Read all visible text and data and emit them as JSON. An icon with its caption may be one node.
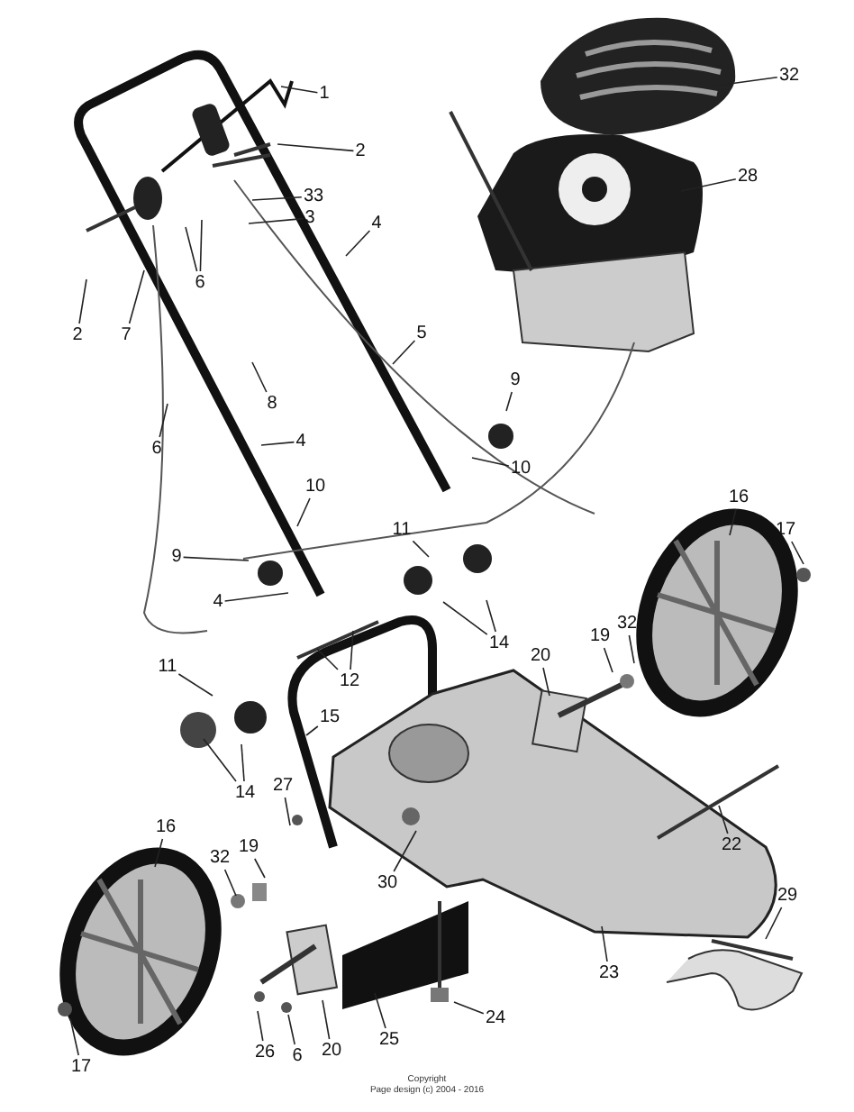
{
  "diagram": {
    "nodes": [
      {
        "text": [
          "1"
        ]
      },
      {
        "text": [
          "2"
        ]
      },
      {
        "text": [
          "33"
        ]
      },
      {
        "text": [
          "3"
        ]
      },
      {
        "text": [
          "4"
        ]
      },
      {
        "text": [
          "6"
        ]
      },
      {
        "text": [
          "2"
        ]
      },
      {
        "text": [
          "7"
        ]
      },
      {
        "text": [
          "8"
        ]
      },
      {
        "text": [
          "6"
        ]
      },
      {
        "text": [
          "4"
        ]
      },
      {
        "text": [
          "5"
        ]
      },
      {
        "text": [
          "9"
        ]
      },
      {
        "text": [
          "10"
        ]
      },
      {
        "text": [
          "10"
        ]
      },
      {
        "text": [
          "9"
        ]
      },
      {
        "text": [
          "4"
        ]
      },
      {
        "text": [
          "11"
        ]
      },
      {
        "text": [
          "12"
        ]
      },
      {
        "text": [
          "11"
        ]
      },
      {
        "text": [
          "15"
        ]
      },
      {
        "text": [
          "14"
        ]
      },
      {
        "text": [
          "14"
        ]
      },
      {
        "text": [
          "16"
        ]
      },
      {
        "text": [
          "17"
        ]
      },
      {
        "text": [
          "32"
        ]
      },
      {
        "text": [
          "19"
        ]
      },
      {
        "text": [
          "20"
        ]
      },
      {
        "text": [
          "27"
        ]
      },
      {
        "text": [
          "22"
        ]
      },
      {
        "text": [
          "30"
        ]
      },
      {
        "text": [
          "16"
        ]
      },
      {
        "text": [
          "32"
        ]
      },
      {
        "text": [
          "19"
        ]
      },
      {
        "text": [
          "23"
        ]
      },
      {
        "text": [
          "29"
        ]
      },
      {
        "text": [
          "24"
        ]
      },
      {
        "text": [
          "25"
        ]
      },
      {
        "text": [
          "26"
        ]
      },
      {
        "text": [
          "6"
        ]
      },
      {
        "text": [
          "20"
        ]
      },
      {
        "text": [
          "17"
        ]
      },
      {
        "text": [
          "32"
        ]
      },
      {
        "text": [
          "28"
        ]
      }
    ],
    "edges": [
      {
        "from": 0,
        "to": null,
        "arrow": "none"
      },
      {
        "from": 1,
        "to": null,
        "arrow": "none"
      },
      {
        "from": 2,
        "to": null,
        "arrow": "none"
      },
      {
        "from": 3,
        "to": null,
        "arrow": "none"
      },
      {
        "from": 4,
        "to": null,
        "arrow": "none"
      },
      {
        "from": 5,
        "to": null,
        "arrow": "none"
      },
      {
        "from": 5,
        "to": null,
        "arrow": "none"
      },
      {
        "from": 6,
        "to": null,
        "arrow": "none"
      },
      {
        "from": 7,
        "to": null,
        "arrow": "none"
      },
      {
        "from": 8,
        "to": null,
        "arrow": "none"
      },
      {
        "from": 9,
        "to": null,
        "arrow": "none"
      },
      {
        "from": 10,
        "to": null,
        "arrow": "none"
      },
      {
        "from": 11,
        "to": null,
        "arrow": "none"
      },
      {
        "from": 12,
        "to": null,
        "arrow": "none"
      },
      {
        "from": 13,
        "to": null,
        "arrow": "none"
      },
      {
        "from": 14,
        "to": null,
        "arrow": "none"
      },
      {
        "from": 15,
        "to": null,
        "arrow": "none"
      },
      {
        "from": 16,
        "to": null,
        "arrow": "none"
      },
      {
        "from": 17,
        "to": null,
        "arrow": "none"
      },
      {
        "from": 18,
        "to": null,
        "arrow": "none"
      },
      {
        "from": 18,
        "to": null,
        "arrow": "none"
      },
      {
        "from": 19,
        "to": null,
        "arrow": "none"
      },
      {
        "from": 20,
        "to": null,
        "arrow": "none"
      },
      {
        "from": 21,
        "to": null,
        "arrow": "none"
      },
      {
        "from": 21,
        "to": null,
        "arrow": "none"
      },
      {
        "from": 22,
        "to": null,
        "arrow": "none"
      },
      {
        "from": 22,
        "to": null,
        "arrow": "none"
      },
      {
        "from": 23,
        "to": null,
        "arrow": "none"
      },
      {
        "from": 24,
        "to": null,
        "arrow": "none"
      },
      {
        "from": 25,
        "to": null,
        "arrow": "none"
      },
      {
        "from": 26,
        "to": null,
        "arrow": "none"
      },
      {
        "from": 27,
        "to": null,
        "arrow": "none"
      },
      {
        "from": 28,
        "to": null,
        "arrow": "none"
      },
      {
        "from": 29,
        "to": null,
        "arrow": "none"
      },
      {
        "from": 30,
        "to": null,
        "arrow": "none"
      },
      {
        "from": 31,
        "to": null,
        "arrow": "none"
      },
      {
        "from": 32,
        "to": null,
        "arrow": "none"
      },
      {
        "from": 33,
        "to": null,
        "arrow": "none"
      },
      {
        "from": 34,
        "to": null,
        "arrow": "none"
      },
      {
        "from": 35,
        "to": null,
        "arrow": "none"
      },
      {
        "from": 36,
        "to": null,
        "arrow": "none"
      },
      {
        "from": 37,
        "to": null,
        "arrow": "none"
      },
      {
        "from": 38,
        "to": null,
        "arrow": "none"
      },
      {
        "from": 39,
        "to": null,
        "arrow": "none"
      },
      {
        "from": 40,
        "to": null,
        "arrow": "none"
      },
      {
        "from": 41,
        "to": null,
        "arrow": "none"
      },
      {
        "from": 42,
        "to": null,
        "arrow": "none"
      },
      {
        "from": 43,
        "to": null,
        "arrow": "none"
      }
    ],
    "labels": [
      "Copyright",
      "Page design (c) 2004 - 2016"
    ]
  }
}
